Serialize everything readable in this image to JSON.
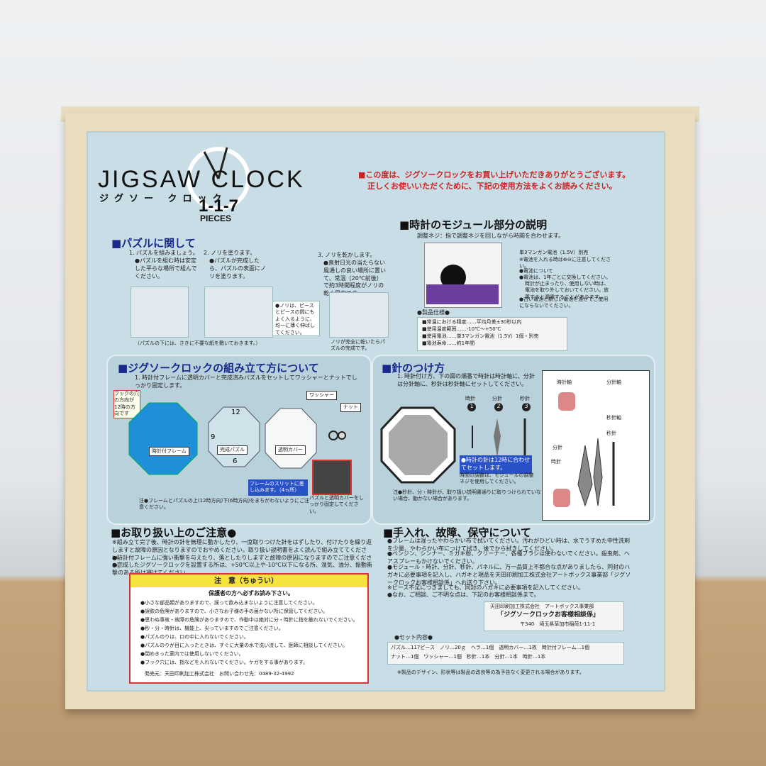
{
  "header": {
    "logo_title": "JIGSAW CLOCK",
    "logo_subtitle": "ジグソー クロック",
    "logo_number": "1-1-7",
    "logo_pieces": "PIECES",
    "thanks_line1": "■この度は、ジグソークロックをお買い上げいただきありがとうございます。",
    "thanks_line2": "正しくお使いいただくために、下記の使用方法をよくお読みください。"
  },
  "puzzle_section": {
    "title": "■パズルに関して",
    "step1_title": "1. パズルを組みましょう。",
    "step1_body": "●パズルを組む時は安定した平らな場所で組んでください。",
    "step2_title": "2. ノリを塗ります。",
    "step2_body": "●パズルが完成したら、パズルの表面にノリを塗ります。",
    "step3_title": "3. ノリを乾かします。",
    "step3_body": "●直射日光の当たらない風通しの良い場所に置いて、常温（20℃前後）で約3時間程度がノリの乾く目安です。",
    "glue_note": "●ノリは、ピースとピースの間にもよく入るように、均一に薄く伸ばしてください。",
    "under_note": "（パズルの下には、さきに不要な紙を敷いておきます。）",
    "dry_note": "ノリが完全に乾いたらパズルの完成です。"
  },
  "module_section": {
    "title": "■時計のモジュール部分の説明",
    "knob_note": "調整ネジ：指で調整ネジを回しながら時間を合わせます。",
    "battery_title": "単3マンガン電池（1.5V）別売",
    "battery_note1": "※電池を入れる時は⊕⊖に注意してください。",
    "battery_note2": "●電池について",
    "battery_note3": "●電池は、1年ごとに交換してください。",
    "battery_note4": "時計が止まったり、使用しない時は、電池を取り外しておいてください。放置すると漏電することがあります。",
    "battery_note5": "●古い電池と新しい電池を混ぜてご使用にならないでください。",
    "spec_title": "●製品仕様●",
    "spec_rows": [
      "■常温における精度……平均月差±30秒以内",
      "■使用温度範囲……-10℃〜+50℃",
      "■使用電池……単3マンガン電池（1.5V）1個・別売",
      "■電池寿命……約1年間"
    ]
  },
  "assembly_section": {
    "title": "■ジグソークロックの組み立て方について",
    "step1": "1. 時計付フレームに透明カバーと完成済みパズルをセットしてワッシャーとナットでしっかり固定します。",
    "hook_note": "フックの穴の方向が12時の方向です",
    "label_frame": "時計付フレーム",
    "label_puzzle": "完成パズル",
    "label_cover": "透明カバー",
    "label_washer": "ワッシャー",
    "label_nut": "ナット",
    "slit_note": "フレームのスリットに差し込みます。（4ヵ所）",
    "fix_note": "パズルと透明カバーをしっかり固定してください。",
    "caution_note": "注●フレームとパズルの上(12時方向)下(6時方向)をまちがわないようにご注意ください。",
    "num_12": "12",
    "num_9": "9",
    "num_6": "6"
  },
  "hands_section": {
    "title": "■針のつけ方",
    "step1": "1. 時針付け方、下の図の順番で時針は時計軸に、分針は分針軸に、秒針は秒針軸にセットしてください。",
    "hour": "時針",
    "minute": "分針",
    "second": "秒針",
    "n1": "1",
    "n2": "2",
    "n3": "3",
    "set_note": "●時計の針は12時に合わせてセットします。",
    "adjust_note": "時間の調整は、モジュールの調整ネジを使用してください。",
    "warn_note": "注●秒針、分・時針が、取り扱い説明書通りに取りつけられていない場合、動かない場合があります。",
    "axis_hour": "時計軸",
    "axis_minute": "分針軸",
    "axis_second": "秒針軸",
    "label_second": "秒針",
    "label_minute": "分針",
    "label_hour": "時針"
  },
  "handling_section": {
    "title": "■お取り扱い上のご注意●",
    "body1": "※組み立て完了後、時計の針を無理に動かしたり、一度取りつけた針をはずしたり、付けたりを繰り返しますと故障の原因となりますのでおやめください。取り扱い説明書をよく読んで組み立ててください。",
    "body2": "●時計付フレームに強い衝撃を与えたり、落としたりしますと故障の原因になりますのでご注意ください。",
    "body3": "●完成したジグソークロックを設置する所は、+50℃以上や-10℃以下になる所、湿気、油分、振動衝撃のある所は避けてください。",
    "caution_title": "注　意（ちゅうい）",
    "caution_sub": "保護者の方へ必ずお読み下さい。",
    "caution_lines": [
      "●小さな部品類がありますので、誤って飲み込まないように注意してください。",
      "●誤飲の危険がありますので、小さなお子様の手の届かない所に保管してください。",
      "●思わぬ事故・故障の危険がありますので、作動中は絶対に分・時針に指を触れないでください。",
      "●秒・分・時針は、機能上、尖っていますのでご注意ください。",
      "●パズルのりは、口の中に入れないでください。",
      "●パズルのりが目に入ったときは、すぐに大量の水で洗い流して、医師に相談してください。",
      "●閉めきった室内では使用しないでください。",
      "●フック穴には、指などを入れないでください。ケガをする事があります。"
    ],
    "seller": "発売元：天田印刷加工株式会社　お問い合わせ先：0489-32-4992"
  },
  "care_section": {
    "title": "■手入れ、故障、保守について",
    "lines": [
      "●フレームは湿ったやわらかい布で拭いてください。汚れがひどい時は、水でうすめた中性洗剤を少量、やわらかい布につけて拭き、後でから拭きしてください。",
      "●ベンジン、シンナー、ミガキ粉、クリーナー、各種ブラシは使わないでください。殺虫剤、ヘアスプレーもかけないでください。",
      "●モジュール・時計、分針、秒針、パネルに、万一品質上不都合な点がありましたら、同封のハガキに必要事項を記入し、ハガキと現品を天田印刷加工株式会社アートボックス事業部「ジグソークロックお客様相談係」へお送り下さい。",
      "※ピース不足につきましても、同封のハガキに必要事項を記入してください。",
      "●なお、ご相談、ご不明な点は、下記のお客様相談係まで。"
    ],
    "company": "天田印刷加工株式会社　アートボックス事業部",
    "desk": "「ジグソークロックお客様相談係」",
    "address": "〒340　埼玉県草加市稲荷1-11-1"
  },
  "set_contents": {
    "title": "●セット内容●",
    "line1": "パズル…117ピース　ノリ…20ｇ　ヘラ…1個　透明カバー…1枚　時計付フレーム…1個",
    "line2": "ナット…1個　ワッシャー…1個　秒針…1本　分針…1本　時針…1本"
  },
  "footer_note": "※製品のデザイン、形状等は製品の改良等の為予告なく変更される場合があります。",
  "colors": {
    "panel": "#c8dde6",
    "title_blue": "#1a2a8c",
    "red": "#cc2222",
    "octagon_blue": "#1e8fd8",
    "module_purple": "#6a3fa0"
  }
}
